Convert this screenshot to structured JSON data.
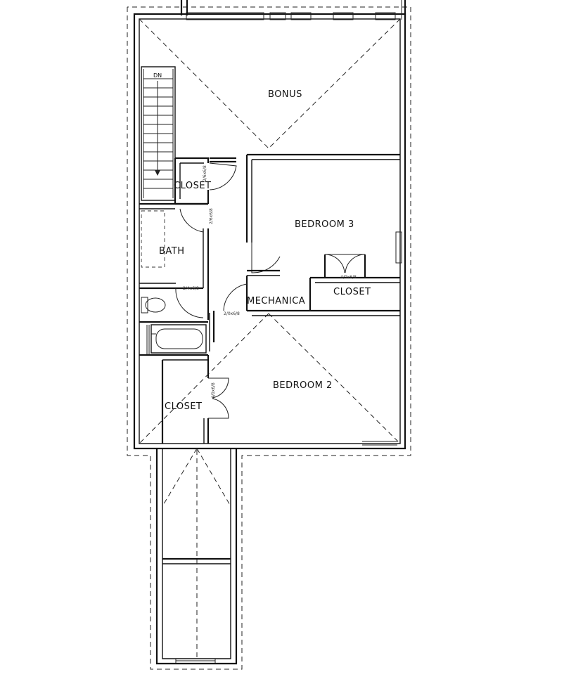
{
  "rooms": {
    "bonus": "BONUS",
    "bedroom3": "BEDROOM 3",
    "bedroom2": "BEDROOM 2",
    "bath": "BATH",
    "mechanical": "MECHANICA",
    "closet_upper": "CLOSET",
    "closet_bed3": "CLOSET",
    "closet_lower": "CLOSET"
  },
  "stairs": {
    "direction": "DN"
  }
}
